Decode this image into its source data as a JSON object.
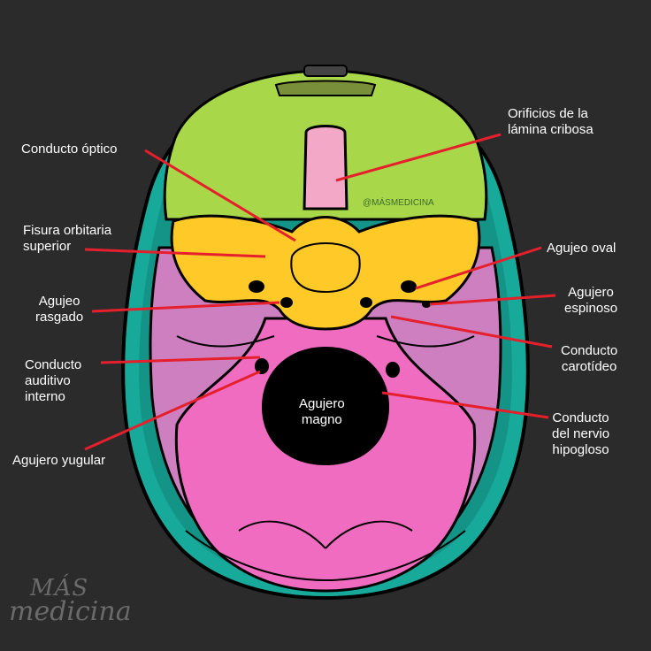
{
  "labels": {
    "conducto_optico": [
      "Conducto óptico"
    ],
    "fisura_orbitaria": [
      "Fisura orbitaria",
      "superior"
    ],
    "agujeo_rasgado": [
      "Agujeo",
      "rasgado"
    ],
    "conducto_auditivo": [
      "Conducto",
      "auditivo",
      "interno"
    ],
    "agujero_yugular": [
      "Agujero yugular"
    ],
    "orificios_lamina": [
      "Orificios de la",
      "lámina cribosa"
    ],
    "agujeo_oval": [
      "Agujeo oval"
    ],
    "agujero_espinoso": [
      "Agujero",
      "espinoso"
    ],
    "conducto_carotideo": [
      "Conducto",
      "carotídeo"
    ],
    "conducto_hipogloso": [
      "Conducto",
      "del nervio",
      "hipogloso"
    ],
    "agujero_magno": [
      "Agujero",
      "magno"
    ]
  },
  "watermark": "@MÁSMEDICINA",
  "logo": {
    "line1": "MÁS",
    "line2": "medicina"
  },
  "colors": {
    "background": "#2b2b2b",
    "anterior_fossa": "#a8d84a",
    "sphenoid": "#ffc928",
    "middle_fossa": "#cd7fc0",
    "posterior_fossa": "#f06cc0",
    "bone_border": "#17a99a",
    "crista": "#f4a8c8",
    "leader_line": "#e51f2b"
  }
}
